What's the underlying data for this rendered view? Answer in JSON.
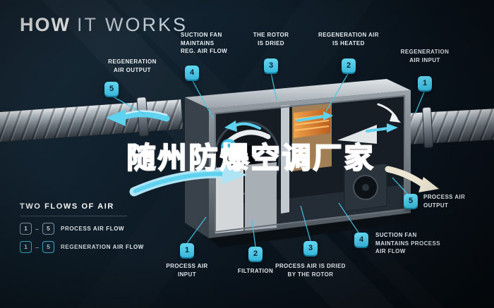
{
  "title": {
    "bold": "HOW",
    "light": "IT WORKS"
  },
  "watermark": {
    "text": "随州防爆空调厂家"
  },
  "callouts": {
    "regeneration": [
      {
        "num": "5",
        "label": "REGENERATION\nAIR OUTPUT"
      },
      {
        "num": "4",
        "label": "SUCTION FAN\nMAINTAINS\nREG. AIR FLOW"
      },
      {
        "num": "3",
        "label": "THE ROTOR\nIS DRIED"
      },
      {
        "num": "2",
        "label": "REGENERATION AIR\nIS HEATED"
      },
      {
        "num": "1",
        "label": "REGENERATION\nAIR INPUT"
      }
    ],
    "process": [
      {
        "num": "1",
        "label": "PROCESS AIR\nINPUT"
      },
      {
        "num": "2",
        "label": "FILTRATION"
      },
      {
        "num": "3",
        "label": "PROCESS AIR IS DRIED\nBY THE ROTOR"
      },
      {
        "num": "4",
        "label": "SUCTION FAN\nMAINTAINS PROCESS\nAIR FLOW"
      },
      {
        "num": "5",
        "label": "PROCESS AIR\nOUTPUT"
      }
    ]
  },
  "legend": {
    "title": "TWO FLOWS OF AIR",
    "rows": [
      {
        "from": "1",
        "to": "5",
        "separator": "–",
        "label": "PROCESS AIR FLOW"
      },
      {
        "from": "1",
        "to": "5",
        "separator": "–",
        "label": "REGENERATION AIR FLOW"
      }
    ]
  },
  "colors": {
    "accent_cyan": "#45c8e8",
    "watermark_blue": "#2b7fd6",
    "heater_orange": "#e07a2a",
    "duct_metal": "#9aa3ab",
    "background_dark": "#0b141d"
  }
}
